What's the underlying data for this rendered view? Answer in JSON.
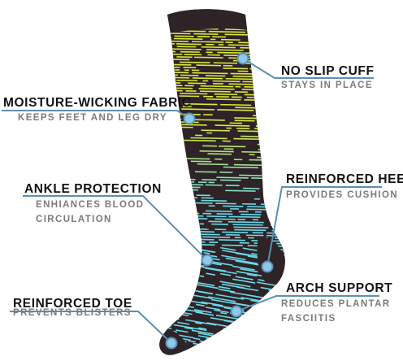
{
  "colors": {
    "sock_dark": "#2e2327",
    "stripe_yellow": "#dbe83a",
    "stripe_cyan": "#6ad9e8",
    "callout_line": "#5b8fb3",
    "dot": "#8ec9e8",
    "title_text": "#111111",
    "sub_text": "#7b7b7b"
  },
  "features": [
    {
      "id": "no-slip-cuff",
      "title": "NO SLIP CUFF",
      "subtitle": "STAYS IN PLACE"
    },
    {
      "id": "moisture-wicking-fabric",
      "title": "MOISTURE-WICKING FABRIC",
      "subtitle": "KEEPS FEET AND LEG DRY"
    },
    {
      "id": "ankle-protection",
      "title": "ANKLE PROTECTION",
      "subtitle_line1": "ENHIANCES BLOOD",
      "subtitle_line2": "CIRCULATION"
    },
    {
      "id": "reinforced-heel",
      "title": "REINFORCED HEEL",
      "subtitle": "PROVIDES CUSHION"
    },
    {
      "id": "reinforced-toe",
      "title": "REINFORCED TOE",
      "subtitle": "PREVENTS BLISTERS"
    },
    {
      "id": "arch-support",
      "title": "ARCH SUPPORT",
      "subtitle_line1": "REDUCES PLANTAR",
      "subtitle_line2": "FASCIITIS"
    }
  ]
}
